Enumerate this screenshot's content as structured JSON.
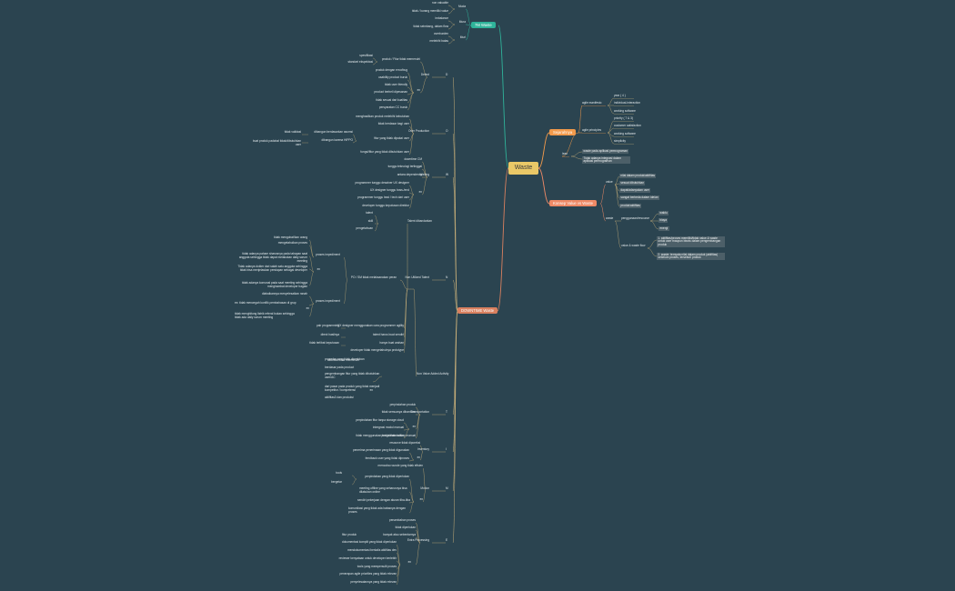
{
  "colors": {
    "background": "#2b4450",
    "root": "#eac867",
    "line": "#c9b07a",
    "sevenmm": "#2fb39a",
    "downtime": "#d9805f",
    "orange": "#f29a4b",
    "salmon": "#ef8a66",
    "box": "#4c5f68"
  },
  "root": {
    "label": "Waste"
  },
  "right": {
    "sejarah": {
      "label": "Sejarahnya",
      "children": [
        {
          "label": "agile manifesto",
          "kids": [
            "year ( 4 )",
            "individual-interaction",
            "working software"
          ]
        },
        {
          "label": "agile principles",
          "kids": [
            "priority ( 7 & 3)",
            "customer satisfaction",
            "working software",
            "simplicity"
          ]
        },
        {
          "label": "lean",
          "kids": [
            "waste pada aplikasi pemrograman",
            "Tidak adanya integrasi dalam aplikasi pemrograman"
          ]
        }
      ]
    },
    "konsep": {
      "label": "Konsep Value vs Waste",
      "children": [
        {
          "label": "value",
          "kids": [
            "nilai dalam produk/aktifitas",
            "sesuai dibutuhkan",
            "dapat/adanyakan user",
            "sangat berbeda dalam ide/an",
            "produk/aktifitas"
          ]
        },
        {
          "label": "waste",
          "kids": [
            {
              "label": "penggunaan/resource",
              "kids": [
                "waktu",
                "biaya",
                "energi"
              ]
            },
            {
              "label": "value & waste flow",
              "kids": [
                "1. aktifitas/proses memiliki/tidak value & waste untuk user maupun bisnis dalam pengembangan produk",
                "2. waste: ternyata nilai dalam produk (aktifitas) sebelum proses, tersebut/ produk"
              ]
            }
          ]
        }
      ]
    }
  },
  "left7": {
    "label": "7M Waste",
    "groups": [
      {
        "label": "Muda",
        "kids": [
          "non valuable",
          "tidak / kurang memiliki value"
        ]
      },
      {
        "label": "Mura",
        "kids": [
          "imbalance",
          "tidak seimbang, dalam flow"
        ]
      },
      {
        "label": "Muri",
        "kids": [
          "overburden",
          "melebihi batas"
        ]
      }
    ]
  },
  "downtime": {
    "label": "DOWNTIME Waste",
    "items": [
      {
        "letter": "D",
        "label": "Defect",
        "nodes": [
          {
            "label": "produk / Fitur tidak memenuhi",
            "kids": [
              "spesifikasi",
              "standart ekspektasi"
            ]
          },
          {
            "label": "ex",
            "kids": [
              "produk dengan error/bug",
              "usability product buruk",
              "tidak user friendly",
              "product berbeli dipesanan",
              "tidak sesuai dari kualitas",
              "persyaratan CC buruk"
            ]
          }
        ]
      },
      {
        "letter": "O",
        "label": "Over Production",
        "nodes": [
          {
            "label": "menghasilkan produk melebihi kebutuhan"
          },
          {
            "label": "tidak berdasar bagi user"
          },
          {
            "label": "fitur yang tidak dipakai user",
            "kids": [
              {
                "label": "dibangun berdasarkan asumsi",
                "kids": [
                  "tidak validasi"
                ]
              },
              {
                "label": "dibangun karena HIPPO",
                "kids": [
                  "buat produk padahal tidak/dibutuhkan user"
                ]
              }
            ]
          },
          {
            "label": "fungsi/fitur yang tidak dibutuhkan user"
          }
        ]
      },
      {
        "letter": "W",
        "label": "Waiting",
        "nodes": [
          {
            "label": "downtime CM"
          },
          {
            "label": "tunggu teknologi tertinggal"
          },
          {
            "label": "antara dependency"
          },
          {
            "label": "ex",
            "kids": [
              "programmer tunggu desainer UX designer",
              "UX designer tunggu boss-/end",
              "programmer tunggu lead / tech dari user",
              "developer tunggu keputusan direktur"
            ]
          }
        ]
      },
      {
        "letter": "N",
        "label": "Non Utilized Talent",
        "nodes": [
          {
            "label": "Talent dibandarkan",
            "kids": [
              "talent",
              "skill",
              "pengetahuan"
            ]
          },
          {
            "label": "PO / SM tidak melaksanakan peran",
            "kids": [
              {
                "label": "proses impediment",
                "kids": [
                  "tidak mengobat/kan orang",
                  "mengetahuikan proses",
                  "tidak adanya paham sharusnya pada tahapan saat anggota sehingga tidak dapat melakukan daily scrum meeting",
                  "Tidak adanya dokter dari salah satu anggota sehingga tidak bisa menjelaskan persiapan sebagai developer",
                  "tidak adanya komunal pada saat meeting sehingga menghambat developer bagian"
                ]
              },
              {
                "label": "proses impediment",
                "kids": [
                  "diabaikannya menyelesaikan ranah",
                  "ex: tidak mencegah konflik pembahasan di grup",
                  "tidak menghitung listrik referal bukan sehingga tidak ada daily scrum meeting"
                ]
              }
            ]
          },
          {
            "label": "pair programming",
            "kids": [
              "UX designer menggunakan cara programmer agility"
            ]
          },
          {
            "label": "direct hasilnya",
            "kids": [
              "talent harus buat sendiri"
            ]
          },
          {
            "label": "tidak terlibat keputusan",
            "kids": [
              "hanya buat arahan"
            ]
          },
          {
            "label": "developer tidak mengetahuinya prototype"
          },
          {
            "label": "Non Value Added Activity",
            "kids": [
              "aktivitas tidak memenuhi",
              "prosedur yang tidak diperlukan",
              "berdasar pada product",
              "pengembangan fitur yang tidak dibutuhkan user/AC",
              "dari pasar pada produk yang tidak menjadi kompetitor / kompetensi",
              "aktifitas3 dan produksi"
            ]
          }
        ]
      },
      {
        "letter": "T",
        "label": "Transportation",
        "nodes": [
          {
            "label": "perpindahan produk"
          },
          {
            "label": "tidak semuanya dibantuan"
          },
          {
            "label": "ex",
            "kids": [
              "perpindahan fitur tanpa storage cloud",
              "intergrasi modul manual",
              "tidak menggunakan tool collaborative"
            ]
          },
          {
            "label": "pengiriman tooltup manual"
          }
        ]
      },
      {
        "letter": "I",
        "label": "Inventory",
        "nodes": [
          {
            "label": "resource tidak diporeksi"
          },
          {
            "label": "ex",
            "kids": [
              "penerima penerimaan yang tidak digunakan",
              "feedback user yang tidak diproses"
            ]
          }
        ]
      },
      {
        "letter": "M",
        "label": "Motion",
        "nodes": [
          {
            "label": "mencoba rounde yang tidak efisien"
          },
          {
            "label": "ex",
            "kids": [
              {
                "label": "perpindahan yang tidak diperlukan",
                "kids": [
                  "tools",
                  "bergetar"
                ]
              },
              "meeting offline yang seharusnya bisa dilakukan online",
              "sendiri pekerjaan dengan aturan tiba-tiba",
              "komunikasi yang tidak ada batasnya dengan proses"
            ]
          }
        ]
      },
      {
        "letter": "E",
        "label": "Extra Processing",
        "nodes": [
          {
            "label": "penambahan proses"
          },
          {
            "label": "tidak diperlukan"
          },
          {
            "label": "fitur produk",
            "kids": [
              "banyak atau sebentarnya"
            ]
          },
          {
            "label": "ex",
            "kids": [
              "dokumentasi komplit yang tidak diperlukan",
              "mendokumentasi berkalis aktifitas dev",
              "reviewer kenyataan untuk developer berlebih",
              "tools yang mempersulit proses",
              "penerapan agile priorities yang tidak relevan",
              "penyelesaiannya yang tidak relevan"
            ]
          }
        ]
      }
    ]
  }
}
